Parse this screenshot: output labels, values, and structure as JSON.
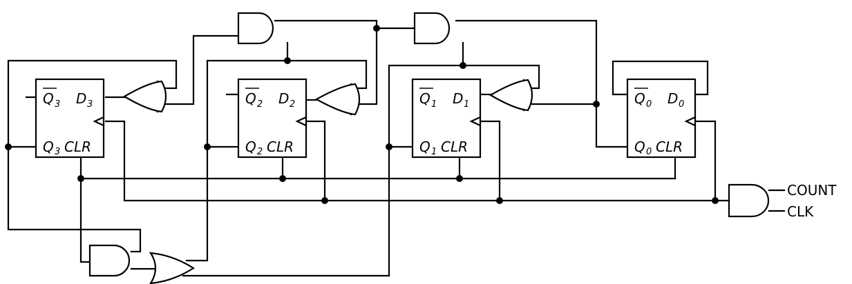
{
  "flipflops": [
    {
      "id": "ff3",
      "qbar": "Q",
      "d": "D",
      "q": "Q",
      "clr": "CLR",
      "index": "3"
    },
    {
      "id": "ff2",
      "qbar": "Q",
      "d": "D",
      "q": "Q",
      "clr": "CLR",
      "index": "2"
    },
    {
      "id": "ff1",
      "qbar": "Q",
      "d": "D",
      "q": "Q",
      "clr": "CLR",
      "index": "1"
    },
    {
      "id": "ff0",
      "qbar": "Q",
      "d": "D",
      "q": "Q",
      "clr": "CLR",
      "index": "0"
    }
  ],
  "inputs": {
    "count": "COUNT",
    "clk": "CLK"
  }
}
